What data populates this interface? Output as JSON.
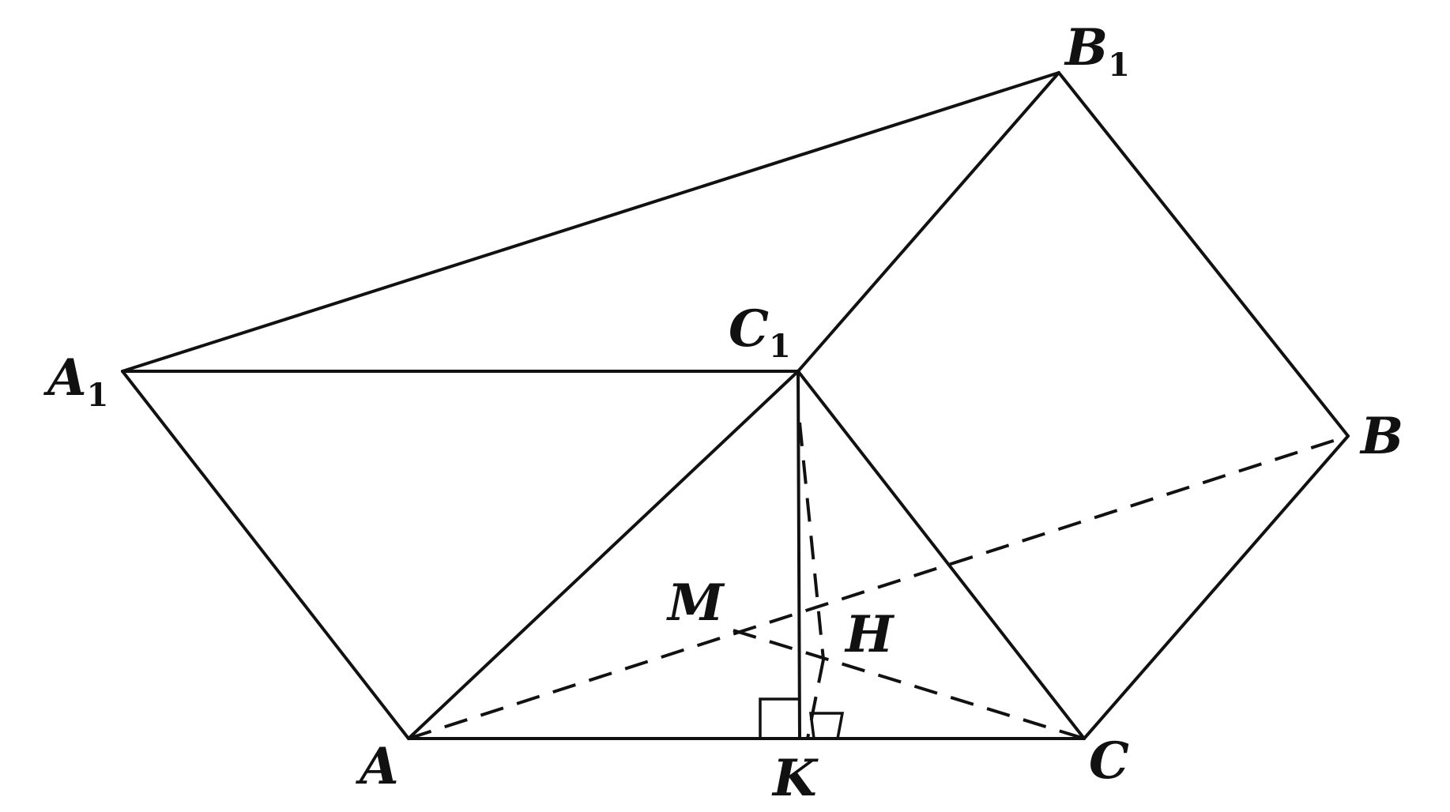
{
  "labels": {
    "A": {
      "main": "A",
      "sub": ""
    },
    "B": {
      "main": "B",
      "sub": ""
    },
    "C": {
      "main": "C",
      "sub": ""
    },
    "A1": {
      "main": "A",
      "sub": "1"
    },
    "B1": {
      "main": "B",
      "sub": "1"
    },
    "C1": {
      "main": "C",
      "sub": "1"
    },
    "K": {
      "main": "K",
      "sub": ""
    },
    "M": {
      "main": "M",
      "sub": ""
    },
    "H": {
      "main": "H",
      "sub": ""
    }
  },
  "colors": {
    "ink": "#111111",
    "background": "#ffffff"
  }
}
